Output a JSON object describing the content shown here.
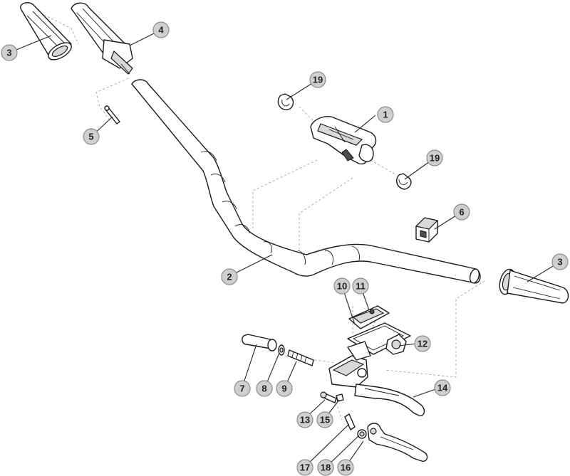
{
  "callouts": [
    {
      "id": "c1",
      "label": "1"
    },
    {
      "id": "c2",
      "label": "2"
    },
    {
      "id": "c3a",
      "label": "3"
    },
    {
      "id": "c3b",
      "label": "3"
    },
    {
      "id": "c4",
      "label": "4"
    },
    {
      "id": "c5",
      "label": "5"
    },
    {
      "id": "c6",
      "label": "6"
    },
    {
      "id": "c7",
      "label": "7"
    },
    {
      "id": "c8",
      "label": "8"
    },
    {
      "id": "c9",
      "label": "9"
    },
    {
      "id": "c10",
      "label": "10"
    },
    {
      "id": "c11",
      "label": "11"
    },
    {
      "id": "c12",
      "label": "12"
    },
    {
      "id": "c13",
      "label": "13"
    },
    {
      "id": "c14",
      "label": "14"
    },
    {
      "id": "c15",
      "label": "15"
    },
    {
      "id": "c16",
      "label": "16"
    },
    {
      "id": "c17",
      "label": "17"
    },
    {
      "id": "c18",
      "label": "18"
    },
    {
      "id": "c19a",
      "label": "19"
    },
    {
      "id": "c19b",
      "label": "19"
    }
  ]
}
